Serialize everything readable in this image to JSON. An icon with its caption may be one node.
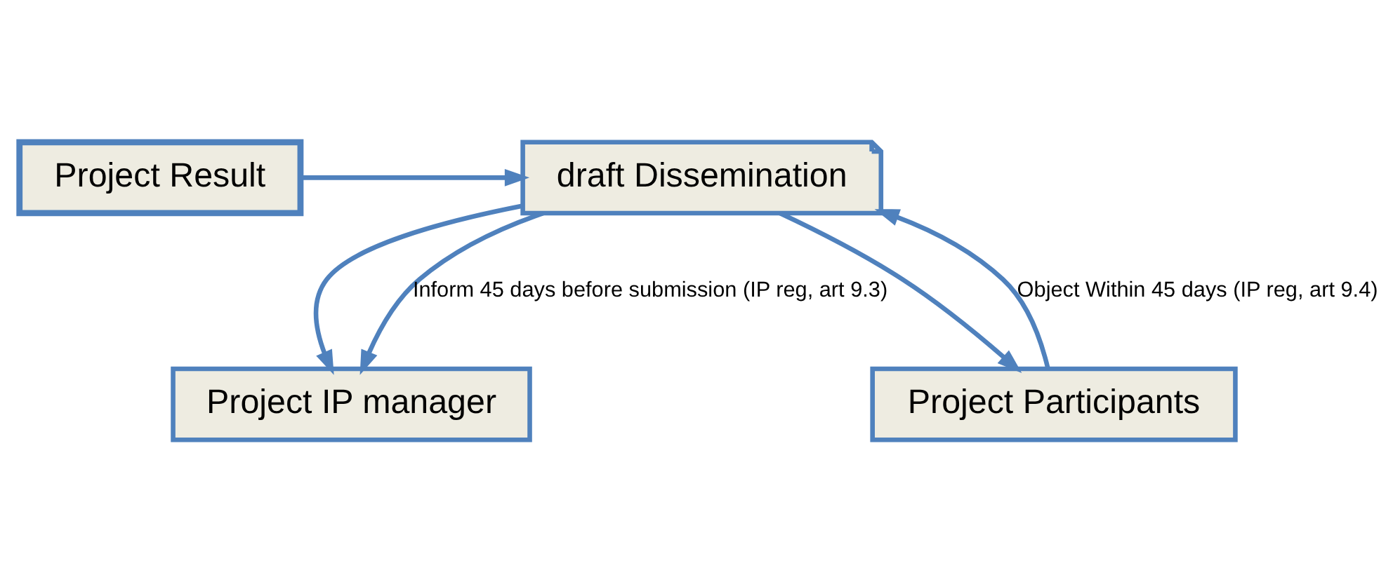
{
  "diagram": {
    "nodes": [
      {
        "text": [
          "Project Result"
        ]
      },
      {
        "text": [
          "draft Dissemination"
        ]
      },
      {
        "text": [
          "Project IP manager"
        ]
      },
      {
        "text": [
          "Project Participants"
        ]
      }
    ],
    "edges": [
      {
        "from": 0,
        "to": 1,
        "arrow": "to"
      },
      {
        "from": 1,
        "to": 2,
        "arrow": "to"
      },
      {
        "from": 1,
        "to": 3,
        "arrow": "to"
      },
      {
        "from": 1,
        "to": 2,
        "arrow": "to",
        "label": "Inform 45 days before submission (IP reg, art 9.3)"
      },
      {
        "from": 3,
        "to": 1,
        "arrow": "to",
        "label": "Object Within 45 days (IP reg, art 9.4)"
      }
    ]
  }
}
